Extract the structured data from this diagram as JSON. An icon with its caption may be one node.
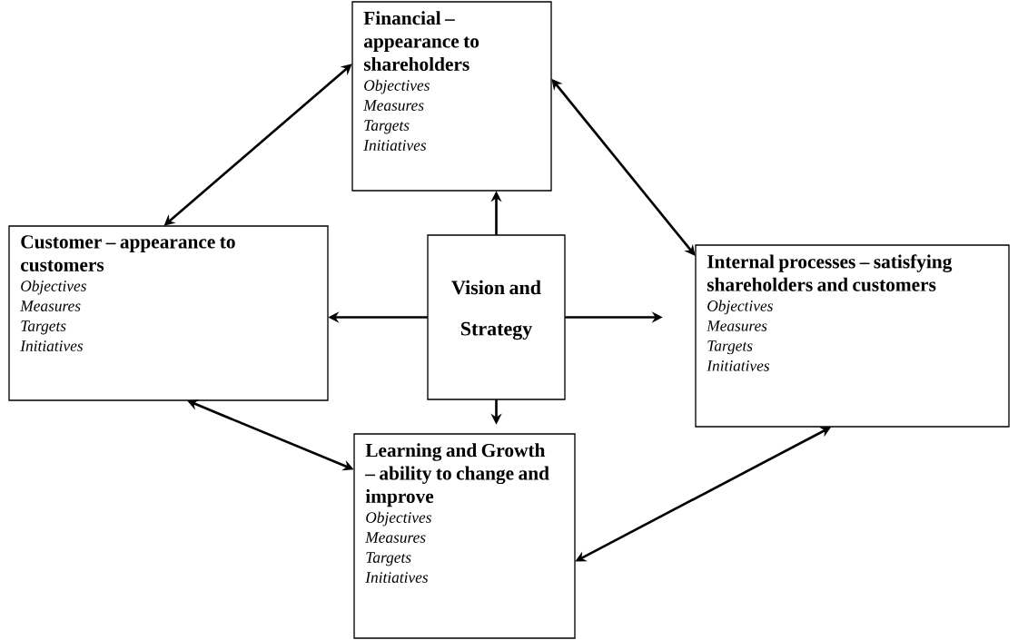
{
  "diagram": {
    "nodes": [
      {
        "text": [
          "Financial – appearance to shareholders",
          "Objectives",
          "Measures",
          "Targets",
          "Initiatives"
        ]
      },
      {
        "text": [
          "Customer – appearance to customers",
          "Objectives",
          "Measures",
          "Targets",
          "Initiatives"
        ]
      },
      {
        "text": [
          "Vision and Strategy"
        ]
      },
      {
        "text": [
          "Internal processes – satisfying shareholders and customers",
          "Objectives",
          "Measures",
          "Targets",
          "Initiatives"
        ]
      },
      {
        "text": [
          "Learning and Growth – ability to change and improve",
          "Objectives",
          "Measures",
          "Targets",
          "Initiatives"
        ]
      }
    ],
    "edges": [
      {
        "from": 2,
        "to": 0,
        "arrow": "to"
      },
      {
        "from": 2,
        "to": 1,
        "arrow": "to"
      },
      {
        "from": 2,
        "to": 3,
        "arrow": "to"
      },
      {
        "from": 2,
        "to": 4,
        "arrow": "to"
      },
      {
        "from": 0,
        "to": 1,
        "arrow": "both"
      },
      {
        "from": 0,
        "to": 3,
        "arrow": "both"
      },
      {
        "from": 1,
        "to": 4,
        "arrow": "both"
      },
      {
        "from": 3,
        "to": 4,
        "arrow": "both"
      }
    ]
  }
}
